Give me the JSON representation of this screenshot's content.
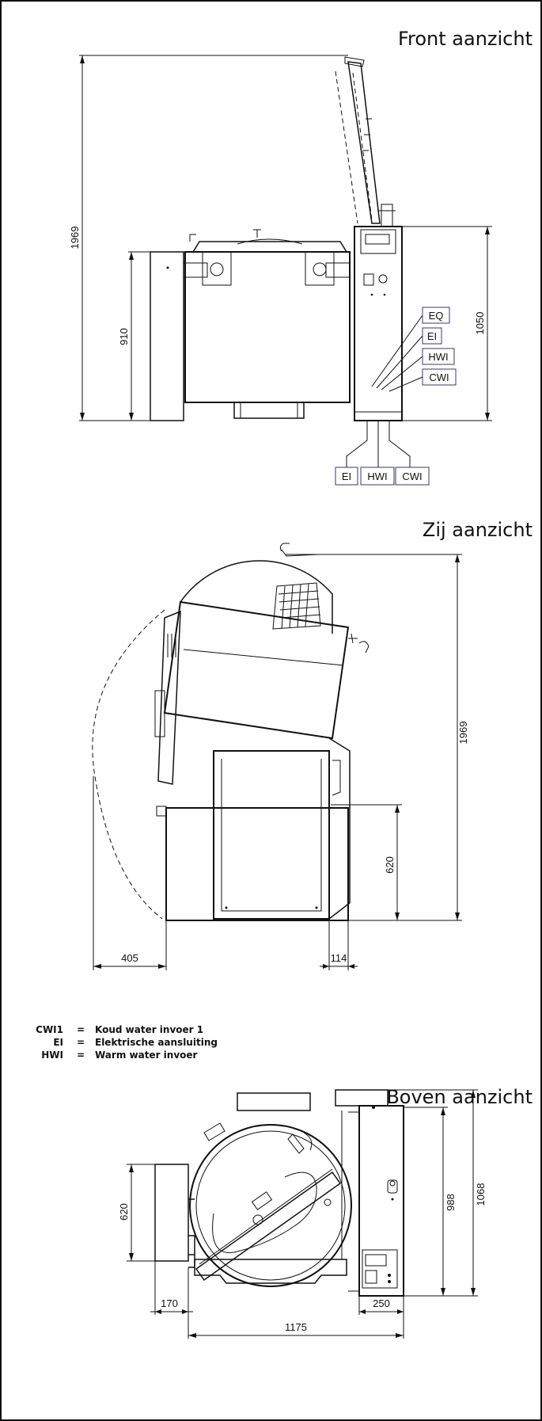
{
  "views": {
    "front": {
      "title": "Front aanzicht",
      "dims": {
        "total_height": "1969",
        "left_height": "910",
        "right_height": "1050"
      },
      "callouts": {
        "eq": "EQ",
        "ei": "EI",
        "hwi": "HWI",
        "cwi": "CWI"
      },
      "bottom_callouts": {
        "ei": "EI",
        "hwi": "HWI",
        "cwi": "CWI"
      }
    },
    "side": {
      "title": "Zij aanzicht",
      "dims": {
        "total_height": "1969",
        "inlet_height": "620",
        "front_offset": "405",
        "rear_offset": "114"
      }
    },
    "top": {
      "title": "Boven aanzicht",
      "dims": {
        "depth_total": "1068",
        "depth_body": "988",
        "left_depth": "620",
        "left_width": "170",
        "right_width": "250",
        "total_width": "1175"
      }
    }
  },
  "legend": [
    {
      "code": "CWI1",
      "eq": "=",
      "desc": "Koud water invoer 1"
    },
    {
      "code": "EI",
      "eq": "=",
      "desc": "Elektrische aansluiting"
    },
    {
      "code": "HWI",
      "eq": "=",
      "desc": "Warm water invoer"
    }
  ]
}
